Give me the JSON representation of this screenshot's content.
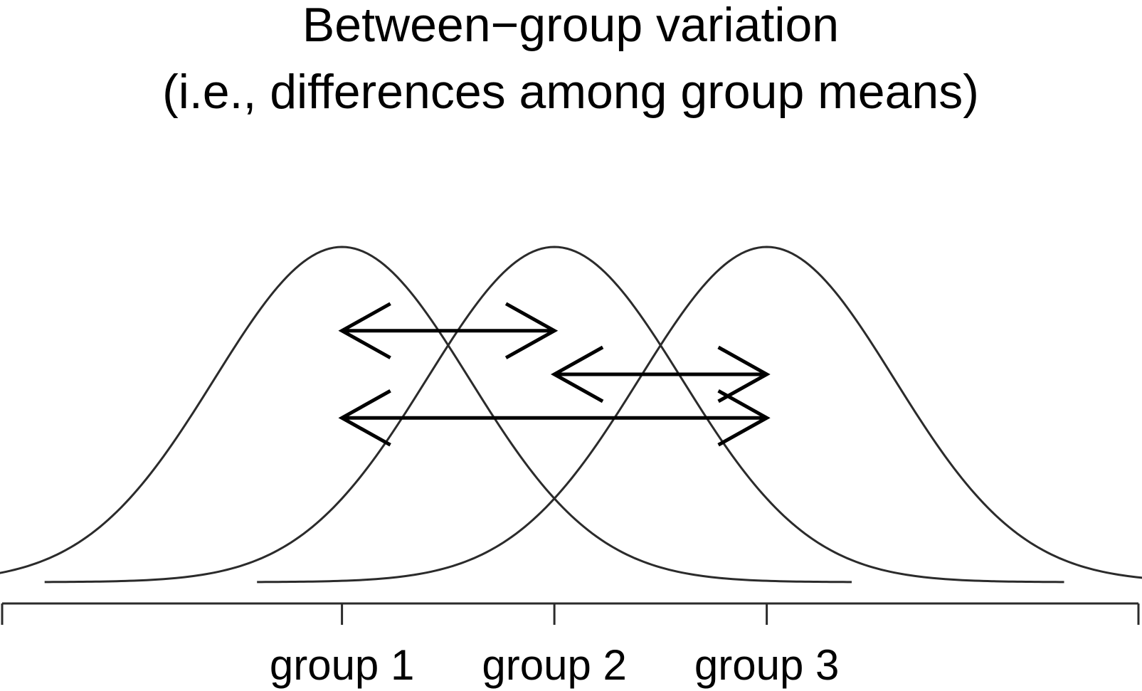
{
  "title": {
    "line1": "Between−group variation",
    "line2": "(i.e., differences among group means)"
  },
  "groups": [
    {
      "label": "group 1",
      "mean": 1
    },
    {
      "label": "group 2",
      "mean": 2
    },
    {
      "label": "group 3",
      "mean": 3
    }
  ],
  "distribution": {
    "type": "normal",
    "sd": 0.6,
    "range_sd": 4
  },
  "axis": {
    "min": -0.6,
    "max": 4.75
  },
  "arrows": [
    {
      "from": 1,
      "to": 2,
      "level": 0.75
    },
    {
      "from": 2,
      "to": 3,
      "level": 0.62
    },
    {
      "from": 1,
      "to": 3,
      "level": 0.49
    }
  ],
  "colors": {
    "curve": "#2b2b2b",
    "arrow": "#000000",
    "text": "#000000",
    "background": "#ffffff"
  }
}
